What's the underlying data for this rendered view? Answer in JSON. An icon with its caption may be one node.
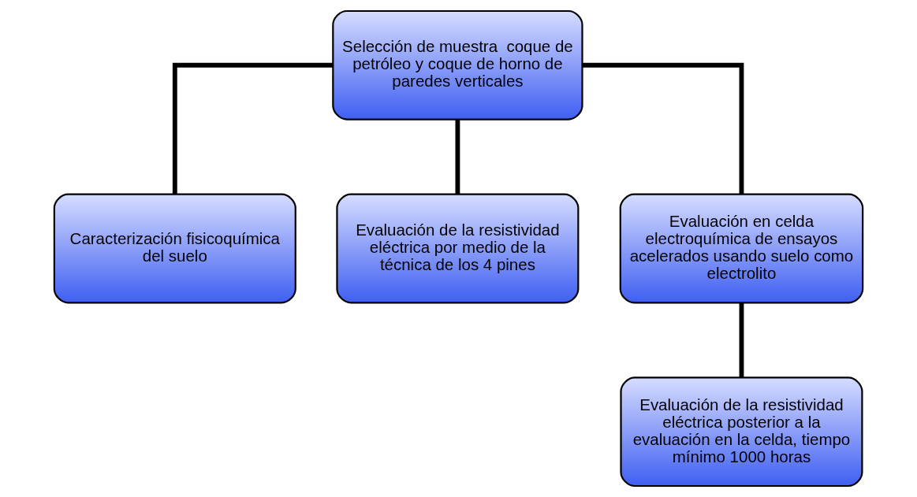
{
  "diagram": {
    "nodes": [
      {
        "text": [
          "Selección de muestra  coque de petróleo y coque de horno de paredes verticales"
        ]
      },
      {
        "text": [
          "Caracterización fisicoquímica del suelo"
        ]
      },
      {
        "text": [
          "Evaluación de la resistividad eléctrica por medio de la técnica de los 4 pines"
        ]
      },
      {
        "text": [
          "Evaluación en celda electroquímica de ensayos acelerados usando suelo como electrolito"
        ]
      },
      {
        "text": [
          "Evaluación de la resistividad eléctrica posterior a la evaluación en la celda, tiempo mínimo 1000 horas"
        ]
      }
    ],
    "edges": [
      {
        "from": 0,
        "to": 1,
        "arrow": "none"
      },
      {
        "from": 0,
        "to": 2,
        "arrow": "none"
      },
      {
        "from": 0,
        "to": 3,
        "arrow": "none"
      },
      {
        "from": 3,
        "to": 4,
        "arrow": "none"
      }
    ]
  }
}
